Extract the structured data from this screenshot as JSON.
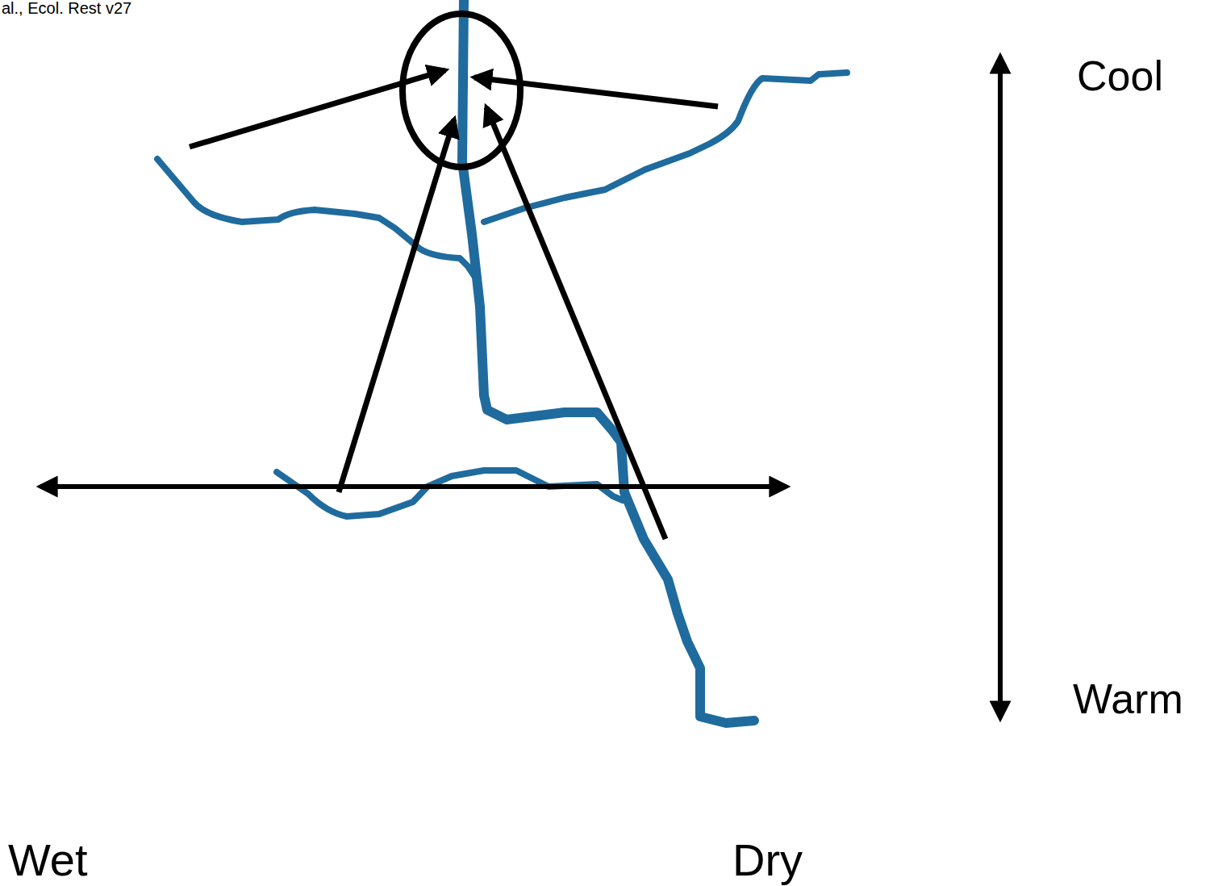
{
  "diagram": {
    "labels": [
      "al., Ecol. Rest v27",
      "Cool",
      "Warm",
      "Wet",
      "Dry"
    ]
  }
}
